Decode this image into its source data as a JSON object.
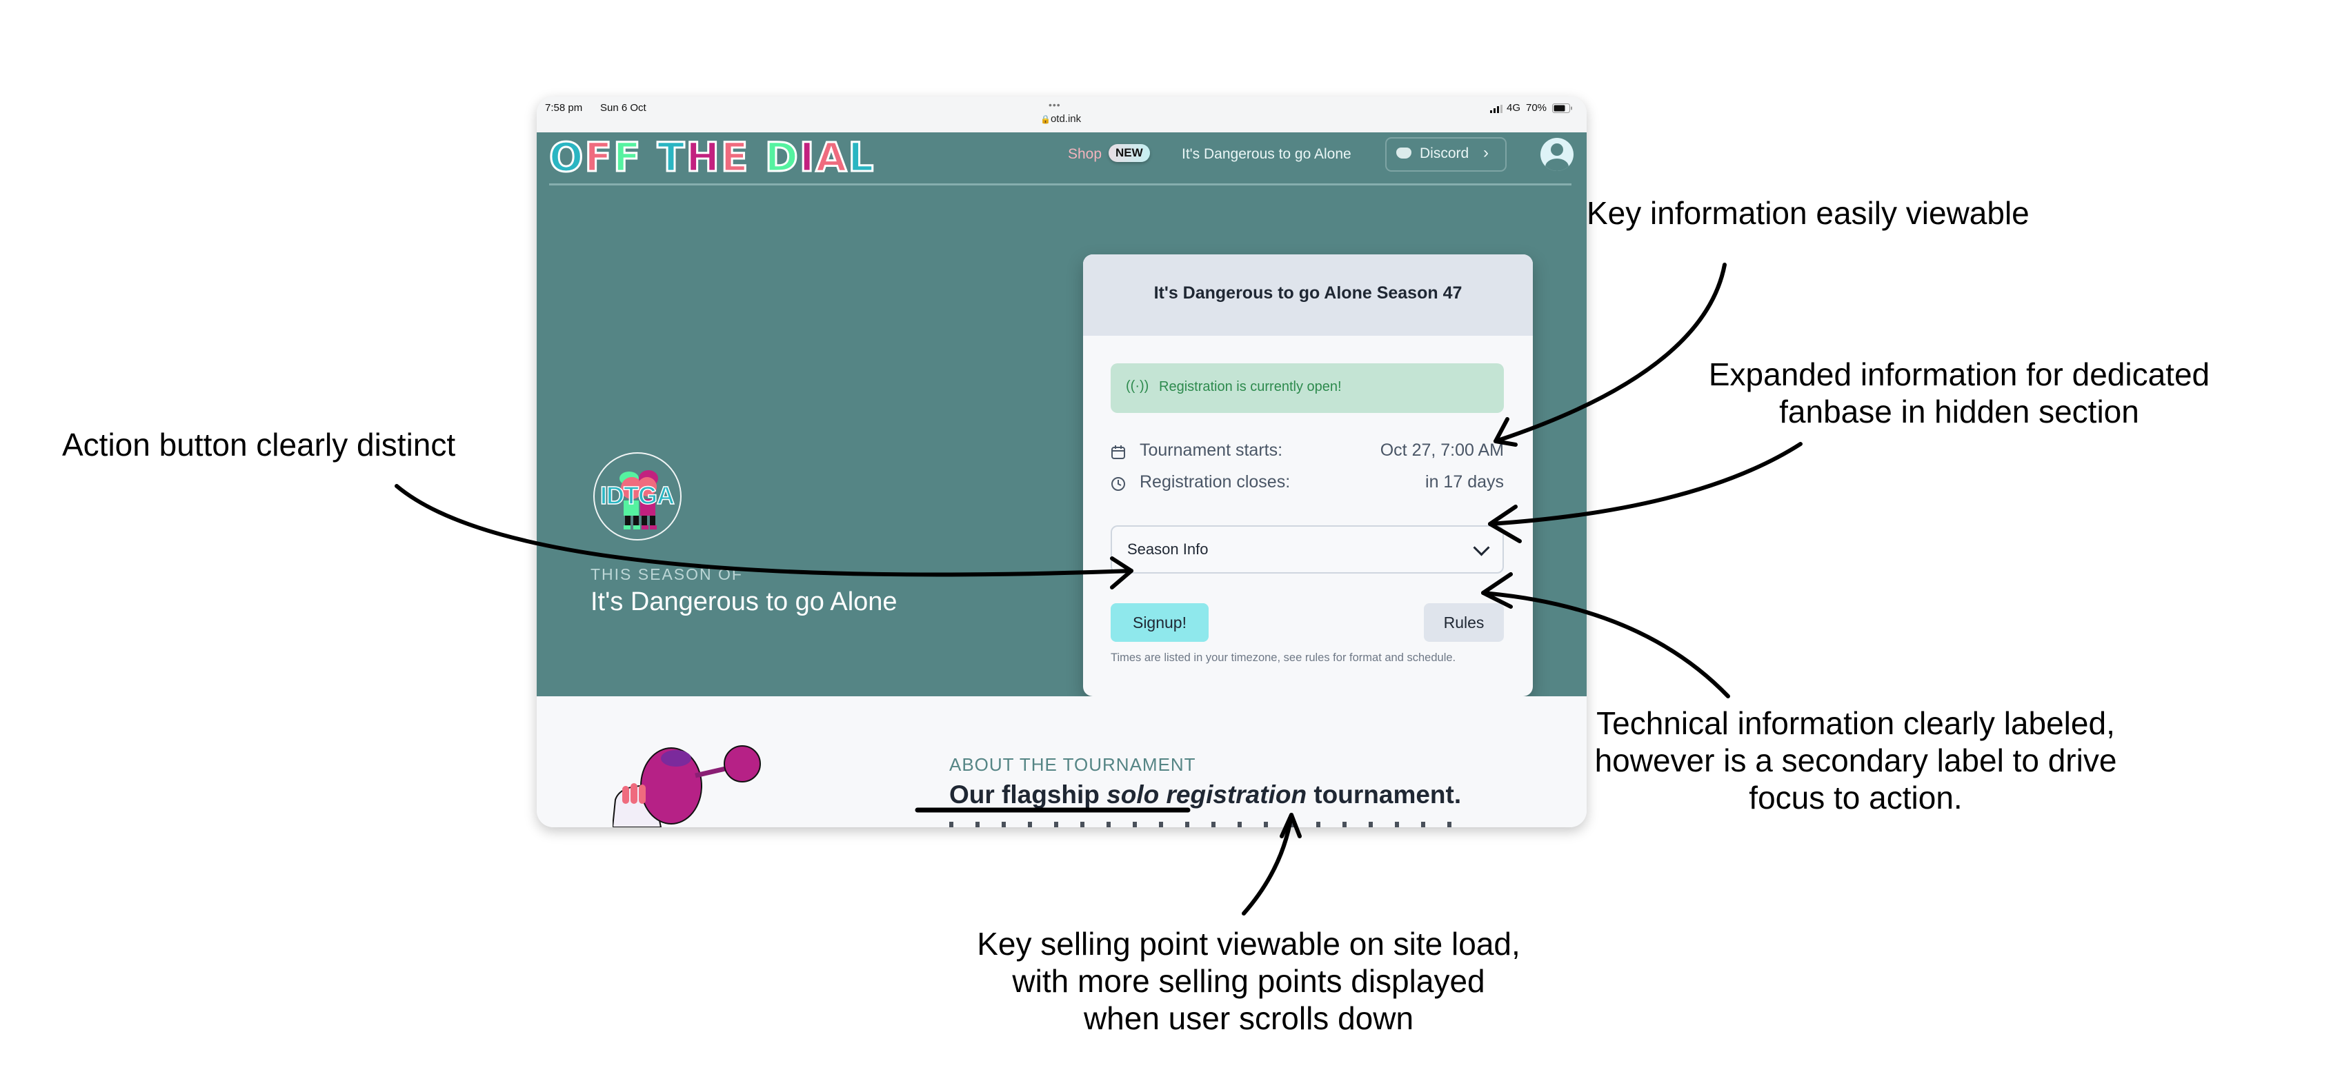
{
  "status_bar": {
    "time": "7:58 pm",
    "date": "Sun 6 Oct",
    "dots": "•••",
    "url": "otd.ink",
    "network": "4G",
    "battery": "70%"
  },
  "header": {
    "logo_text": "OFF THE DIAL",
    "nav": {
      "shop_label": "Shop",
      "shop_badge": "NEW",
      "series_link": "It's Dangerous to go Alone",
      "discord_label": "Discord"
    }
  },
  "hero": {
    "season_logo_text": "IDTGA",
    "eyebrow": "THIS SEASON OF",
    "title": "It's Dangerous to go Alone"
  },
  "card": {
    "title": "It's Dangerous to go Alone Season 47",
    "registration_status": "Registration is currently open!",
    "rows": [
      {
        "icon": "calendar-icon",
        "label": "Tournament starts:",
        "value": "Oct 27, 7:00 AM"
      },
      {
        "icon": "clock-icon",
        "label": "Registration closes:",
        "value": "in 17 days"
      }
    ],
    "dropdown_label": "Season Info",
    "signup_label": "Signup!",
    "rules_label": "Rules",
    "note": "Times are listed in your timezone, see rules for format and schedule."
  },
  "about": {
    "eyebrow": "ABOUT THE TOURNAMENT",
    "headline_pre": "Our flagship ",
    "headline_em": "solo registration",
    "headline_post": " tournament."
  },
  "annotations": {
    "key_info": "Key information easily viewable",
    "expanded_line1": "Expanded information for dedicated",
    "expanded_line2": "fanbase in hidden section",
    "action": "Action button clearly distinct",
    "technical_line1": "Technical information clearly labeled,",
    "technical_line2": "however is a secondary label to drive",
    "technical_line3": "focus to action.",
    "selling_line1": "Key selling point viewable on site load,",
    "selling_line2": "with more selling points displayed",
    "selling_line3": "when user scrolls down"
  },
  "colors": {
    "hero_bg": "#558585",
    "card_header": "#dfe4ec",
    "signup": "#8fe8ec",
    "registration_bg": "#c4e4d4",
    "registration_text": "#2d8a4d",
    "logo_cyan": "#2ab5c2",
    "logo_magenta": "#c2217f"
  }
}
